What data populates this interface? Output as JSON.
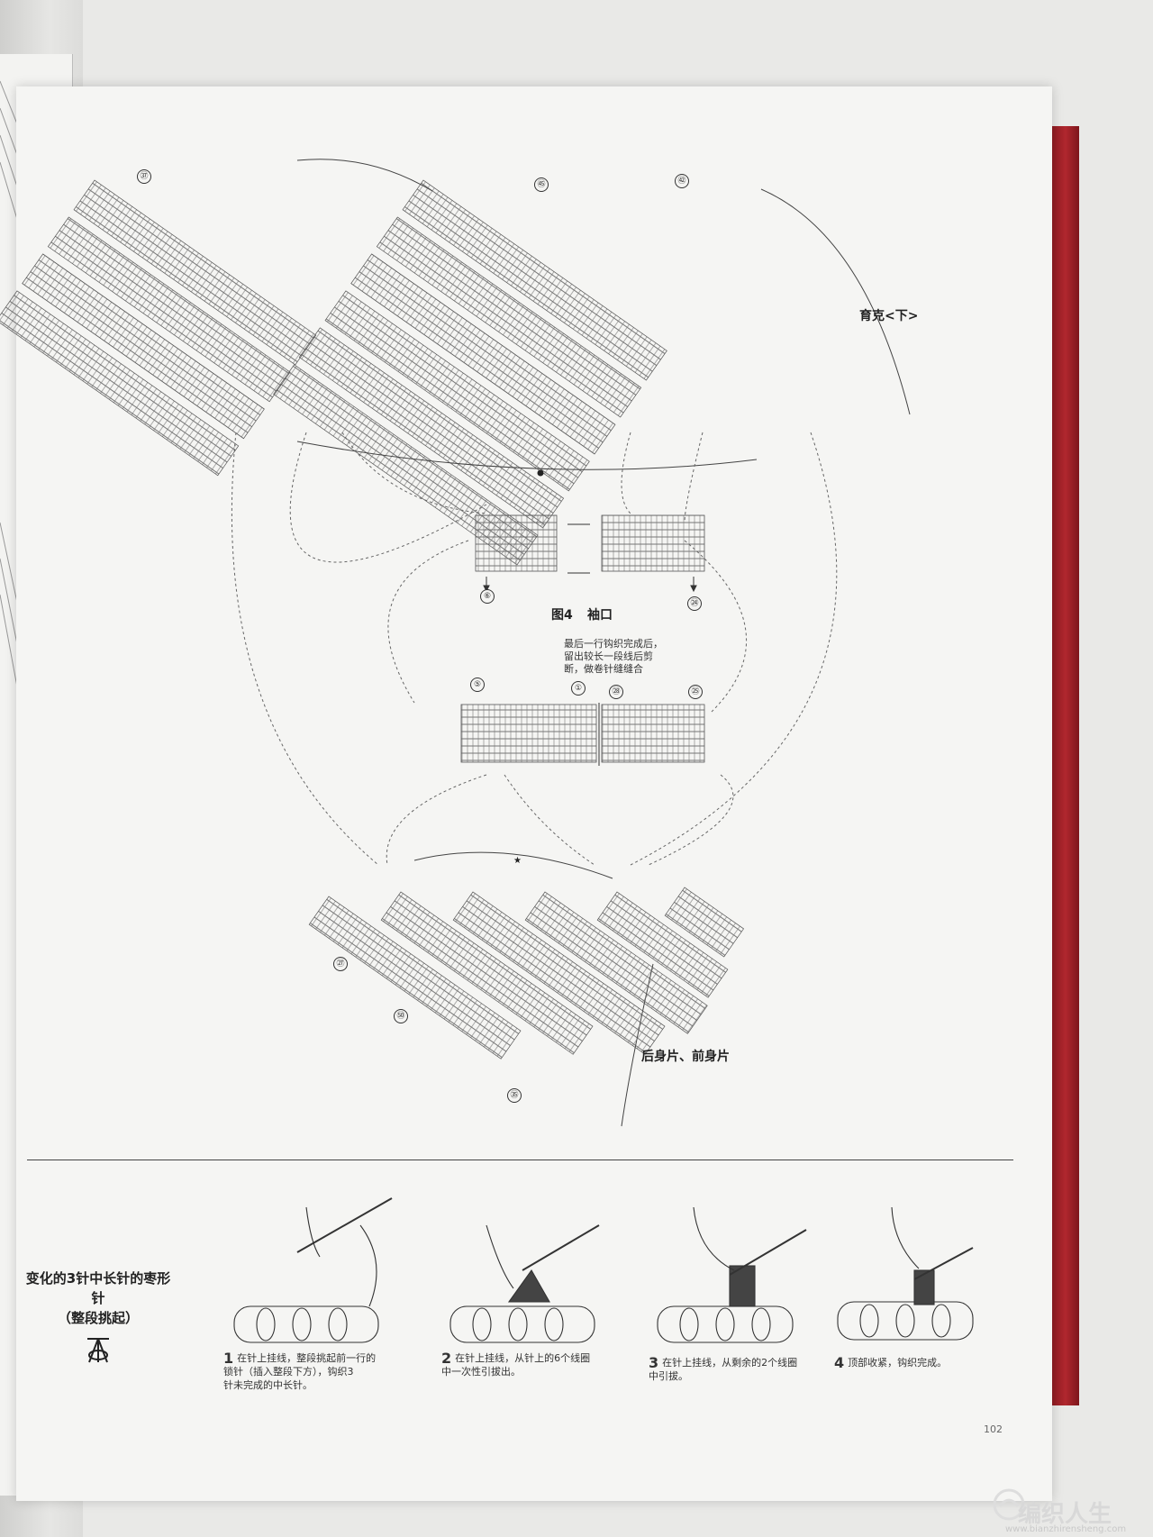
{
  "figure": {
    "title_num": "图4",
    "title_name": "袖口",
    "label_yoke": "育克<下>",
    "label_body": "后身片、前身片",
    "note": "最后一行钩织完成后，\n留出较长一段线后剪\n断，做卷针缝缝合",
    "markers": [
      "⑥",
      "㉔",
      "⑤",
      "①",
      "㉘",
      "㉕",
      "㉗",
      "㊿",
      "㉟",
      "㊲",
      "㊺",
      "㊷"
    ]
  },
  "technique": {
    "title_line1": "变化的3针中长针的枣形针",
    "title_line2": "（整段挑起）",
    "steps": [
      {
        "n": "1",
        "text": "在针上挂线，整段挑起前一行的\n锁针（插入整段下方），钩织3\n针未完成的中长针。"
      },
      {
        "n": "2",
        "text": "在针上挂线，从针上的6个线圈\n中一次性引拔出。"
      },
      {
        "n": "3",
        "text": "在针上挂线，从剩余的2个线圈\n中引拔。"
      },
      {
        "n": "4",
        "text": "顶部收紧，钩织完成。"
      }
    ]
  },
  "page_number": "102",
  "watermark": {
    "name": "编织人生",
    "url": "www.bianzhirensheng.com"
  },
  "icons": [
    "bobble-stitch-symbol-icon",
    "crochet-hook-icon",
    "watermark-logo-icon"
  ]
}
